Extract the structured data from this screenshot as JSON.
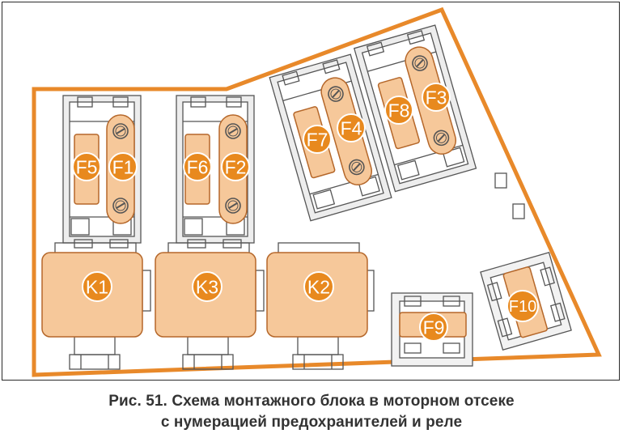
{
  "diagram": {
    "colors": {
      "outline": "#E8892A",
      "component_fill": "#F6C89A",
      "component_stroke": "#B5672A",
      "label_circle": "#E8891E",
      "label_text": "#FFFFFF",
      "line_art": "#555555",
      "socket_fill": "#E9E9E9"
    },
    "fuses": [
      {
        "id": "F1",
        "label": "F1"
      },
      {
        "id": "F2",
        "label": "F2"
      },
      {
        "id": "F3",
        "label": "F3"
      },
      {
        "id": "F4",
        "label": "F4"
      },
      {
        "id": "F5",
        "label": "F5"
      },
      {
        "id": "F6",
        "label": "F6"
      },
      {
        "id": "F7",
        "label": "F7"
      },
      {
        "id": "F8",
        "label": "F8"
      },
      {
        "id": "F9",
        "label": "F9"
      },
      {
        "id": "F10",
        "label": "F10"
      }
    ],
    "relays": [
      {
        "id": "K1",
        "label": "K1"
      },
      {
        "id": "K3",
        "label": "K3"
      },
      {
        "id": "K2",
        "label": "K2"
      }
    ]
  },
  "caption": {
    "line1": "Рис. 51. Схема монтажного блока в моторном отсеке",
    "line2": "с нумерацией предохранителей и реле"
  }
}
